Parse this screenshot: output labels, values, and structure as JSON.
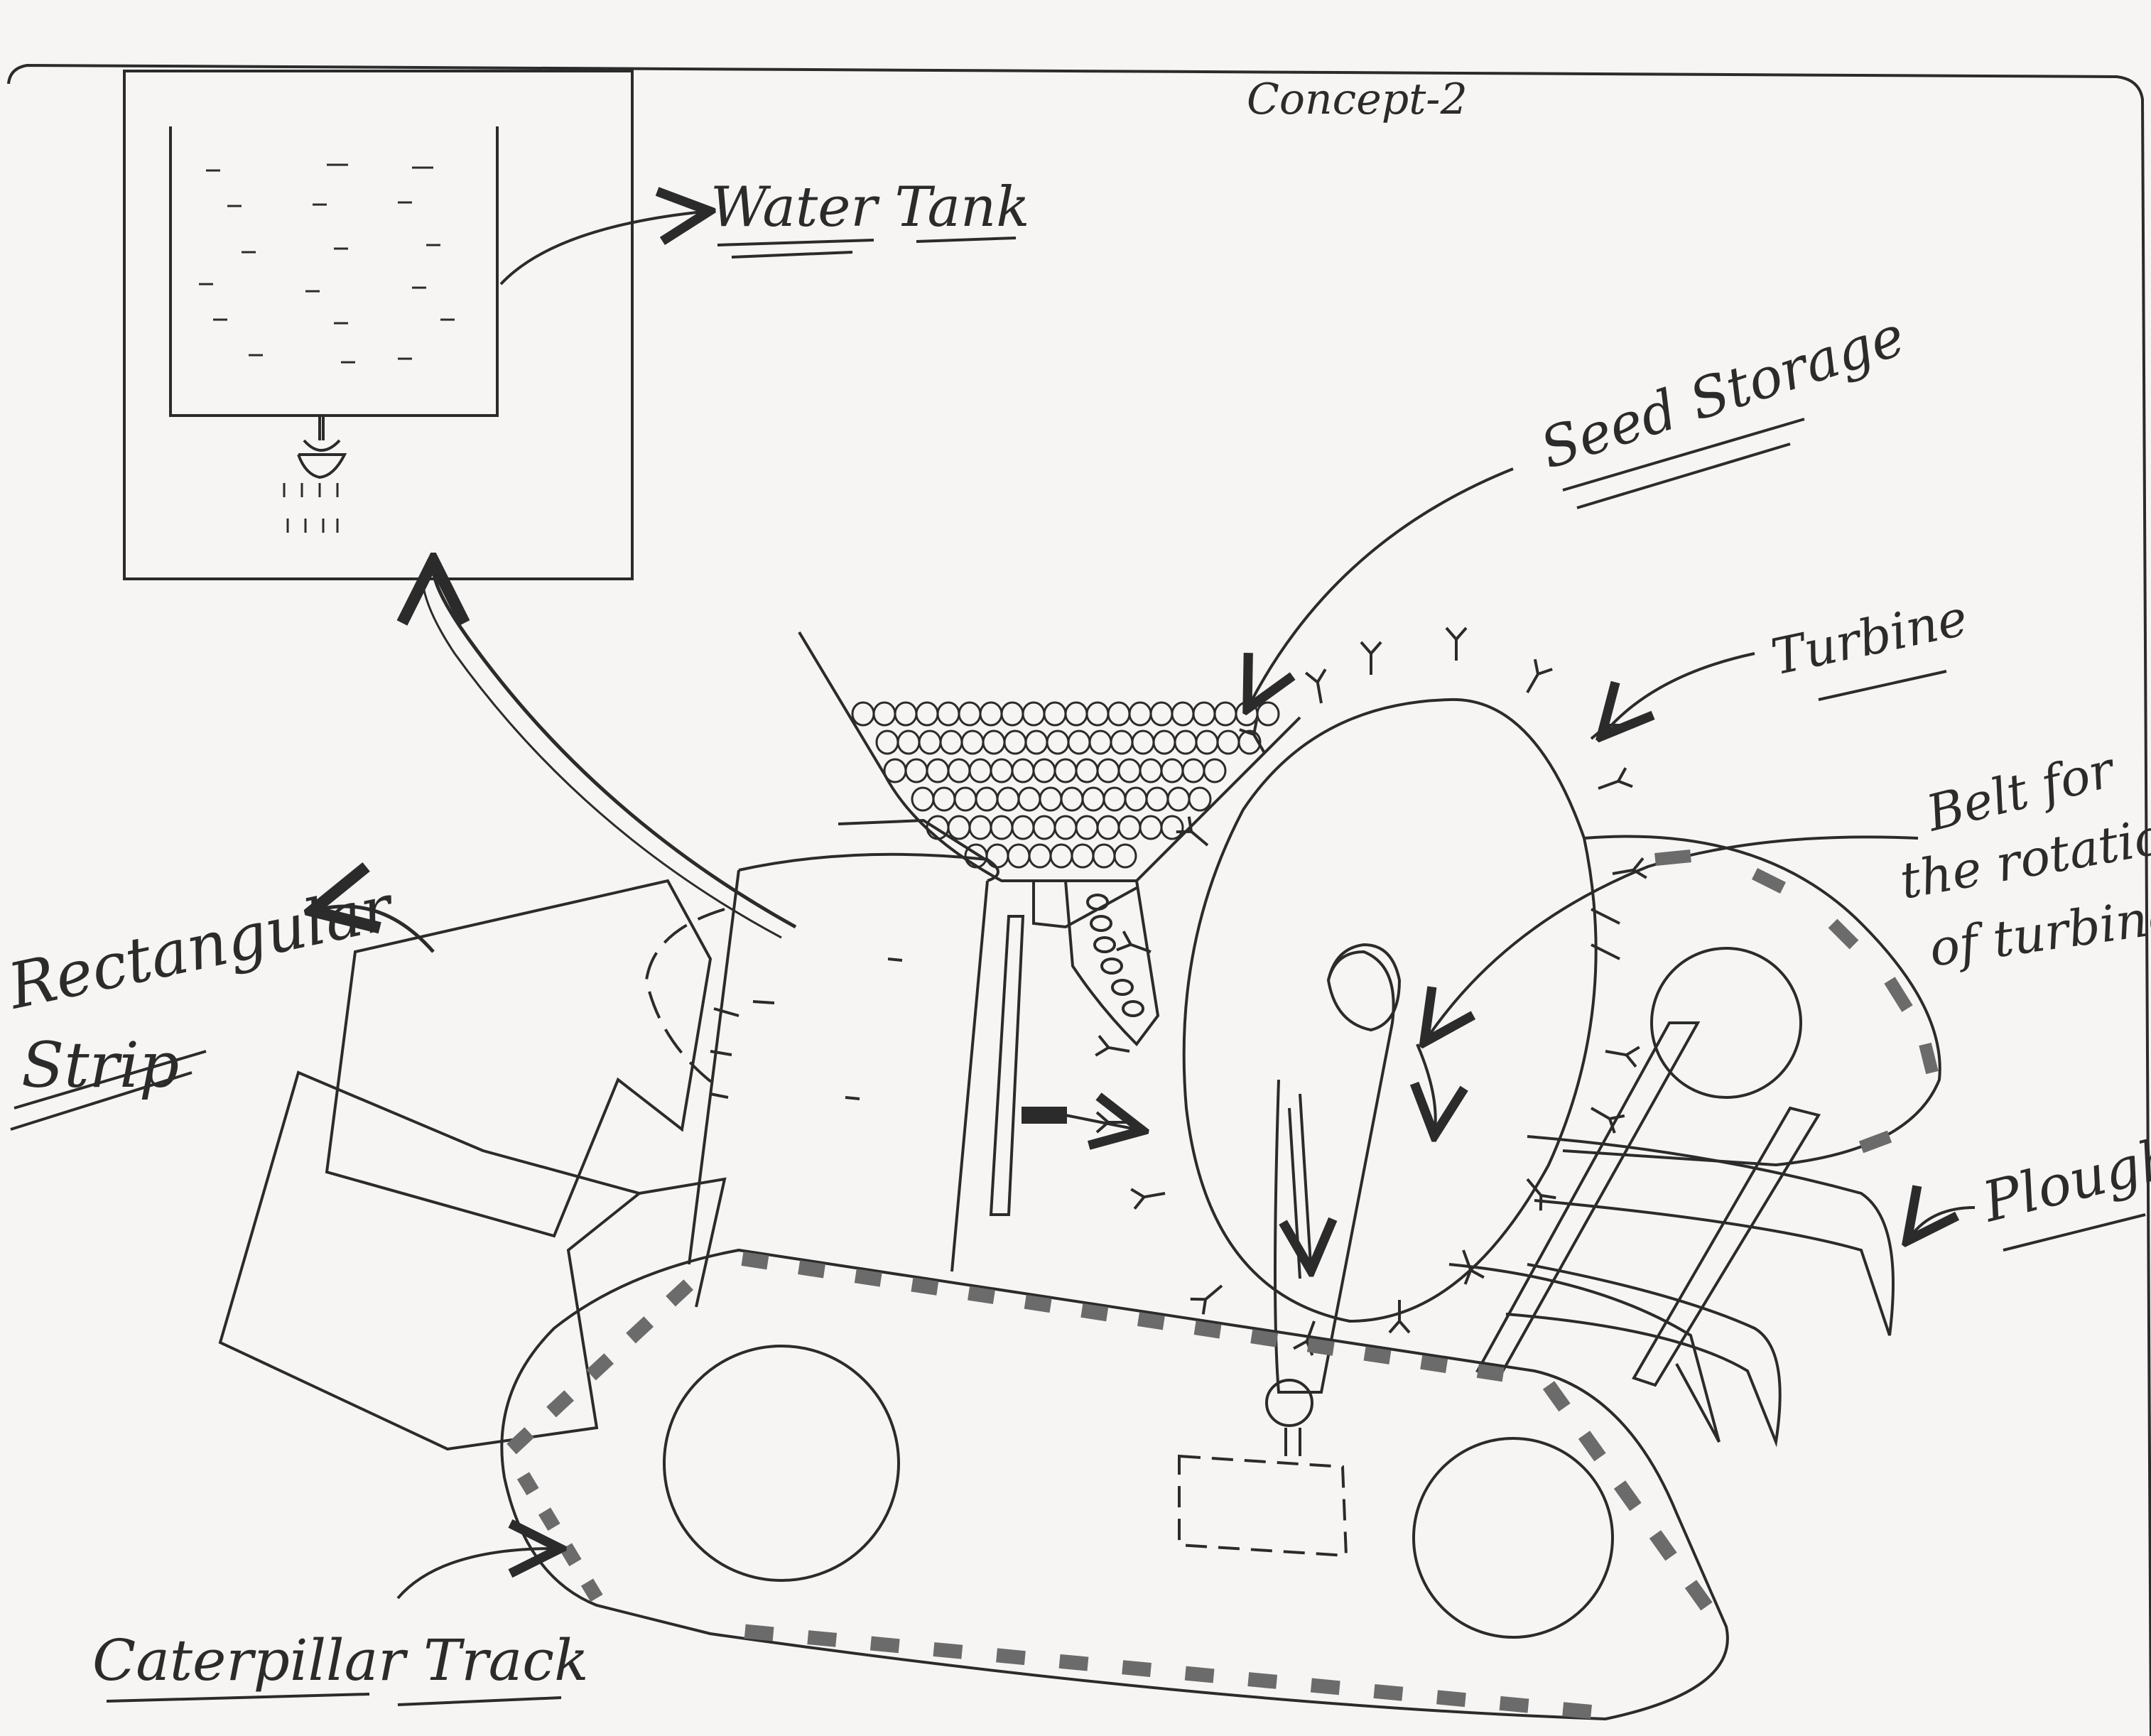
{
  "title": "Concept-2",
  "labels": {
    "water_tank": "Water Tank",
    "seed_storage": "Seed Storage",
    "turbine": "Turbine",
    "belt": "Belt for the rotation of turbine",
    "belt_line1": "Belt for",
    "belt_line2": "the rotation",
    "belt_line3": "of turbine",
    "rectangular_strip_line1": "Rectangular",
    "rectangular_strip_line2": "Strip",
    "plough": "Plough",
    "caterpillar_track": "Caterpillar Track"
  },
  "colors": {
    "paper": "#f6f5f3",
    "ink": "#2b2b2b",
    "tread": "#6b6b6b"
  }
}
